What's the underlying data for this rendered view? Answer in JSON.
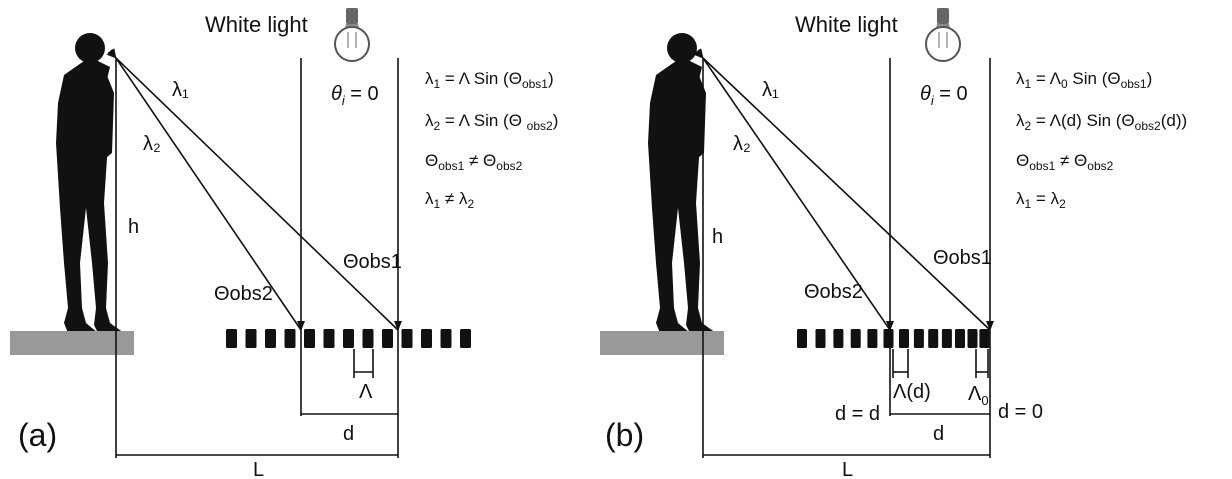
{
  "panels": [
    {
      "panel_label": "(a)",
      "title": "White light",
      "theta_label": "θ",
      "theta_sub": "i",
      "theta_value": " = 0",
      "lambda1_label": "λ₁",
      "lambda2_label": "λ₂",
      "h_label": "h",
      "theta_obs1_label": "Θobs1",
      "theta_obs2_label": "Θobs2",
      "period_label": "Λ",
      "d_label": "d",
      "L_label": "L",
      "equations": [
        "λ₁ = Λ Sin (Θobs1)",
        "λ₂ = Λ Sin (Θ obs2)",
        "Θobs1 ≠  Θobs2",
        "λ₁ ≠ λ₂"
      ]
    },
    {
      "panel_label": "(b)",
      "title": "White light",
      "theta_label": "θ",
      "theta_sub": "i",
      "theta_value": " = 0",
      "lambda1_label": "λ₁",
      "lambda2_label": "λ₂",
      "h_label": "h",
      "theta_obs1_label": "Θobs1",
      "theta_obs2_label": "Θobs2",
      "period_d_label": "Λ(d)",
      "period_0_label": "Λ₀",
      "d_eq_d_label": "d = d",
      "d_eq_0_label": "d = 0",
      "d_label": "d",
      "L_label": "L",
      "equations": [
        "λ₁ = Λ₀ Sin (Θobs1)",
        "λ₂ = Λ(d) Sin (Θobs2(d))",
        "Θobs1 ≠  Θobs2",
        "λ₁ = λ₂"
      ]
    }
  ]
}
